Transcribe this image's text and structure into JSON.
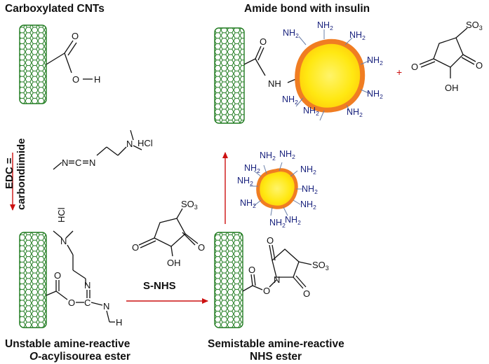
{
  "titles": {
    "carboxylated": "Carboxylated CNTs",
    "amide": "Amide bond with insulin",
    "unstable_line1": "Unstable amine-reactive",
    "unstable_line2_italic": "O",
    "unstable_line2_rest": "-acylisourea ester",
    "semistable_line1": "Semistable amine-reactive",
    "semistable_line2": "NHS ester"
  },
  "reagents": {
    "edc_line1": "EDC =",
    "edc_line2": "carbondiimide",
    "snhs": "S-NHS",
    "hcl": "HCl",
    "plus": "+"
  },
  "atoms": {
    "O": "O",
    "H": "H",
    "N": "N",
    "NH": "NH",
    "OH": "OH",
    "SO3_main": "SO",
    "SO3_sub": "3",
    "NH2_main": "NH",
    "NH2_sub": "2"
  },
  "colors": {
    "nanotube": "#1e7a1e",
    "arrow": "#cc1111",
    "insulin_core": "#ffe812",
    "insulin_rim": "#f07d22",
    "amine_text": "#1a237e",
    "plus": "#cc1111"
  }
}
